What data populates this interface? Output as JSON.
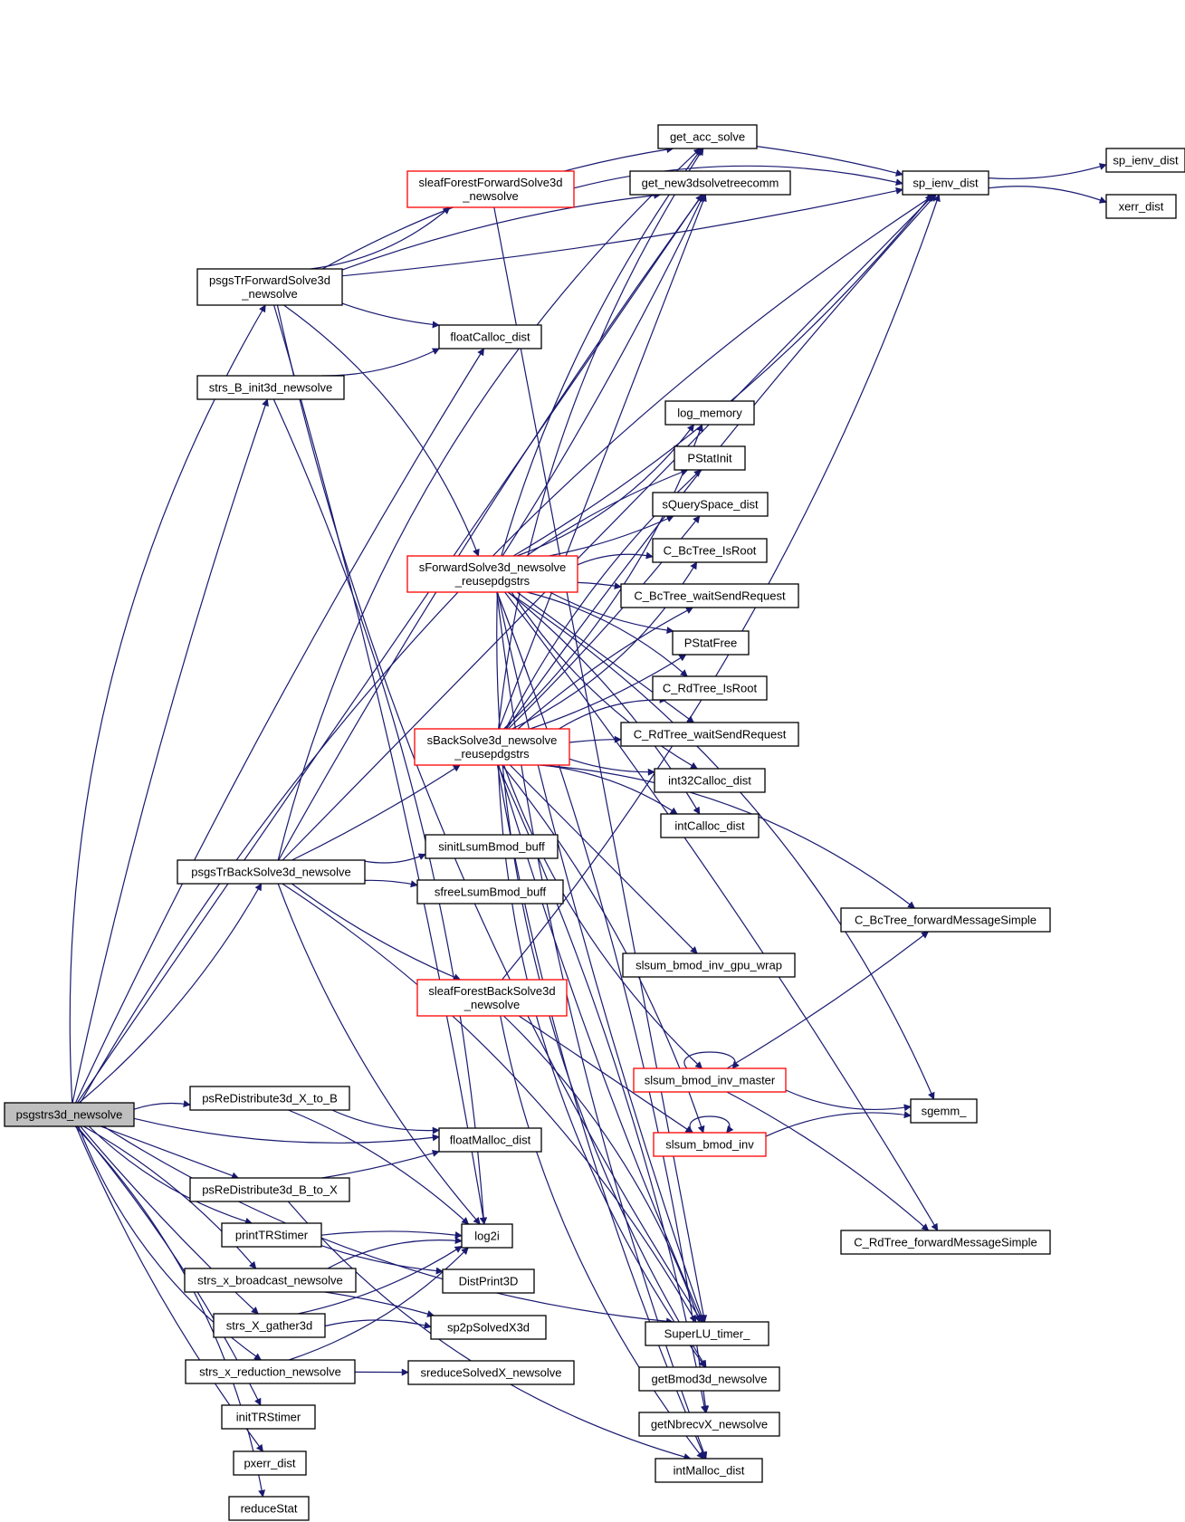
{
  "graph": {
    "title": "",
    "colors": {
      "edge": "#191970",
      "node_border": "#000000",
      "node_border_truncated": "#ff0000",
      "node_fill": "#ffffff",
      "root_fill": "#bfbfbf",
      "text": "#000000"
    },
    "nodes": {
      "root": {
        "lines": [
          "psgstrs3d_newsolve"
        ],
        "style": "root"
      },
      "fwd": {
        "lines": [
          "psgsTrForwardSolve3d",
          "_newsolve"
        ],
        "style": "normal"
      },
      "binit": {
        "lines": [
          "strs_B_init3d_newsolve"
        ],
        "style": "normal"
      },
      "backsolve": {
        "lines": [
          "psgsTrBackSolve3d_newsolve"
        ],
        "style": "normal"
      },
      "redistXB": {
        "lines": [
          "psReDistribute3d_X_to_B"
        ],
        "style": "normal"
      },
      "redistBX": {
        "lines": [
          "psReDistribute3d_B_to_X"
        ],
        "style": "normal"
      },
      "printtr": {
        "lines": [
          "printTRStimer"
        ],
        "style": "normal"
      },
      "xbcast": {
        "lines": [
          "strs_x_broadcast_newsolve"
        ],
        "style": "normal"
      },
      "xgather": {
        "lines": [
          "strs_X_gather3d"
        ],
        "style": "normal"
      },
      "xred": {
        "lines": [
          "strs_x_reduction_newsolve"
        ],
        "style": "normal"
      },
      "inittr": {
        "lines": [
          "initTRStimer"
        ],
        "style": "normal"
      },
      "pxerr": {
        "lines": [
          "pxerr_dist"
        ],
        "style": "normal"
      },
      "redstat": {
        "lines": [
          "reduceStat"
        ],
        "style": "normal"
      },
      "leaffwd": {
        "lines": [
          "sleafForestForwardSolve3d",
          "_newsolve"
        ],
        "style": "truncated"
      },
      "sfwd": {
        "lines": [
          "sForwardSolve3d_newsolve",
          "_reusepdgstrs"
        ],
        "style": "truncated"
      },
      "sback": {
        "lines": [
          "sBackSolve3d_newsolve",
          "_reusepdgstrs"
        ],
        "style": "truncated"
      },
      "sinit": {
        "lines": [
          "sinitLsumBmod_buff"
        ],
        "style": "normal"
      },
      "sfree": {
        "lines": [
          "sfreeLsumBmod_buff"
        ],
        "style": "normal"
      },
      "leafback": {
        "lines": [
          "sleafForestBackSolve3d",
          "_newsolve"
        ],
        "style": "truncated"
      },
      "fcalloc": {
        "lines": [
          "floatCalloc_dist"
        ],
        "style": "normal"
      },
      "fmalloc": {
        "lines": [
          "floatMalloc_dist"
        ],
        "style": "normal"
      },
      "log2i": {
        "lines": [
          "log2i"
        ],
        "style": "normal"
      },
      "distprint": {
        "lines": [
          "DistPrint3D"
        ],
        "style": "normal"
      },
      "sp2p": {
        "lines": [
          "sp2pSolvedX3d"
        ],
        "style": "normal"
      },
      "sreduce": {
        "lines": [
          "sreduceSolvedX_newsolve"
        ],
        "style": "normal"
      },
      "getacc": {
        "lines": [
          "get_acc_solve"
        ],
        "style": "normal"
      },
      "getnew3d": {
        "lines": [
          "get_new3dsolvetreecomm"
        ],
        "style": "normal"
      },
      "logmem": {
        "lines": [
          "log_memory"
        ],
        "style": "normal"
      },
      "pstatinit": {
        "lines": [
          "PStatInit"
        ],
        "style": "normal"
      },
      "squery": {
        "lines": [
          "sQuerySpace_dist"
        ],
        "style": "normal"
      },
      "bcroot": {
        "lines": [
          "C_BcTree_IsRoot"
        ],
        "style": "normal"
      },
      "bcwait": {
        "lines": [
          "C_BcTree_waitSendRequest"
        ],
        "style": "normal"
      },
      "pstatfree": {
        "lines": [
          "PStatFree"
        ],
        "style": "normal"
      },
      "rdroot": {
        "lines": [
          "C_RdTree_IsRoot"
        ],
        "style": "normal"
      },
      "rdwait": {
        "lines": [
          "C_RdTree_waitSendRequest"
        ],
        "style": "normal"
      },
      "i32calloc": {
        "lines": [
          "int32Calloc_dist"
        ],
        "style": "normal"
      },
      "icalloc": {
        "lines": [
          "intCalloc_dist"
        ],
        "style": "normal"
      },
      "gpuwrap": {
        "lines": [
          "slsum_bmod_inv_gpu_wrap"
        ],
        "style": "normal"
      },
      "bmodmaster": {
        "lines": [
          "slsum_bmod_inv_master"
        ],
        "style": "truncated"
      },
      "bmodinv": {
        "lines": [
          "slsum_bmod_inv"
        ],
        "style": "truncated"
      },
      "timer": {
        "lines": [
          "SuperLU_timer_"
        ],
        "style": "normal"
      },
      "getbmod": {
        "lines": [
          "getBmod3d_newsolve"
        ],
        "style": "normal"
      },
      "getnbrecv": {
        "lines": [
          "getNbrecvX_newsolve"
        ],
        "style": "normal"
      },
      "imalloc": {
        "lines": [
          "intMalloc_dist"
        ],
        "style": "normal"
      },
      "spienv": {
        "lines": [
          "sp_ienv_dist"
        ],
        "style": "normal"
      },
      "bcfwd": {
        "lines": [
          "C_BcTree_forwardMessageSimple"
        ],
        "style": "normal"
      },
      "sgemm": {
        "lines": [
          "sgemm_"
        ],
        "style": "normal"
      },
      "rdfwd": {
        "lines": [
          "C_RdTree_forwardMessageSimple"
        ],
        "style": "normal"
      },
      "spienv2": {
        "lines": [
          "sp_ienv_dist"
        ],
        "style": "normal"
      },
      "xerr": {
        "lines": [
          "xerr_dist"
        ],
        "style": "normal"
      }
    },
    "edges": [
      [
        "root",
        "fwd"
      ],
      [
        "root",
        "binit"
      ],
      [
        "root",
        "backsolve"
      ],
      [
        "root",
        "redistXB"
      ],
      [
        "root",
        "redistBX"
      ],
      [
        "root",
        "printtr"
      ],
      [
        "root",
        "xbcast"
      ],
      [
        "root",
        "xgather"
      ],
      [
        "root",
        "xred"
      ],
      [
        "root",
        "inittr"
      ],
      [
        "root",
        "pxerr"
      ],
      [
        "root",
        "redstat"
      ],
      [
        "root",
        "fcalloc"
      ],
      [
        "root",
        "fmalloc"
      ],
      [
        "root",
        "spienv"
      ],
      [
        "root",
        "getnew3d"
      ],
      [
        "root",
        "timer"
      ],
      [
        "fwd",
        "getacc"
      ],
      [
        "fwd",
        "spienv"
      ],
      [
        "fwd",
        "leaffwd"
      ],
      [
        "fwd",
        "getnew3d"
      ],
      [
        "fwd",
        "fcalloc"
      ],
      [
        "fwd",
        "sfwd"
      ],
      [
        "fwd",
        "log2i"
      ],
      [
        "fwd",
        "timer"
      ],
      [
        "leaffwd",
        "spienv"
      ],
      [
        "leaffwd",
        "timer"
      ],
      [
        "binit",
        "fcalloc"
      ],
      [
        "binit",
        "log2i"
      ],
      [
        "backsolve",
        "sback"
      ],
      [
        "backsolve",
        "sinit"
      ],
      [
        "backsolve",
        "sfree"
      ],
      [
        "backsolve",
        "leafback"
      ],
      [
        "backsolve",
        "getacc"
      ],
      [
        "backsolve",
        "getnew3d"
      ],
      [
        "backsolve",
        "log2i"
      ],
      [
        "backsolve",
        "timer"
      ],
      [
        "backsolve",
        "spienv"
      ],
      [
        "redistXB",
        "fmalloc"
      ],
      [
        "redistXB",
        "log2i"
      ],
      [
        "redistBX",
        "fmalloc"
      ],
      [
        "redistBX",
        "imalloc"
      ],
      [
        "printtr",
        "log2i"
      ],
      [
        "printtr",
        "distprint"
      ],
      [
        "xbcast",
        "log2i"
      ],
      [
        "xbcast",
        "sp2p"
      ],
      [
        "xgather",
        "log2i"
      ],
      [
        "xgather",
        "sp2p"
      ],
      [
        "xred",
        "sreduce"
      ],
      [
        "xred",
        "log2i"
      ],
      [
        "sfwd",
        "getacc"
      ],
      [
        "sfwd",
        "getnew3d"
      ],
      [
        "sfwd",
        "logmem"
      ],
      [
        "sfwd",
        "pstatinit"
      ],
      [
        "sfwd",
        "squery"
      ],
      [
        "sfwd",
        "bcroot"
      ],
      [
        "sfwd",
        "bcwait"
      ],
      [
        "sfwd",
        "pstatfree"
      ],
      [
        "sfwd",
        "rdroot"
      ],
      [
        "sfwd",
        "rdwait"
      ],
      [
        "sfwd",
        "i32calloc"
      ],
      [
        "sfwd",
        "icalloc"
      ],
      [
        "sfwd",
        "timer"
      ],
      [
        "sfwd",
        "getbmod"
      ],
      [
        "sfwd",
        "getnbrecv"
      ],
      [
        "sfwd",
        "imalloc"
      ],
      [
        "sfwd",
        "sgemm"
      ],
      [
        "sfwd",
        "rdfwd"
      ],
      [
        "sfwd",
        "spienv"
      ],
      [
        "sback",
        "getacc"
      ],
      [
        "sback",
        "getnew3d"
      ],
      [
        "sback",
        "logmem"
      ],
      [
        "sback",
        "pstatinit"
      ],
      [
        "sback",
        "squery"
      ],
      [
        "sback",
        "bcroot"
      ],
      [
        "sback",
        "bcwait"
      ],
      [
        "sback",
        "pstatfree"
      ],
      [
        "sback",
        "rdroot"
      ],
      [
        "sback",
        "rdwait"
      ],
      [
        "sback",
        "i32calloc"
      ],
      [
        "sback",
        "icalloc"
      ],
      [
        "sback",
        "gpuwrap"
      ],
      [
        "sback",
        "bmodmaster"
      ],
      [
        "sback",
        "bmodinv"
      ],
      [
        "sback",
        "timer"
      ],
      [
        "sback",
        "getbmod"
      ],
      [
        "sback",
        "getnbrecv"
      ],
      [
        "sback",
        "imalloc"
      ],
      [
        "sback",
        "bcfwd"
      ],
      [
        "sback",
        "spienv"
      ],
      [
        "leafback",
        "spienv"
      ],
      [
        "leafback",
        "timer"
      ],
      [
        "leafback",
        "bmodinv"
      ],
      [
        "leafback",
        "imalloc"
      ],
      [
        "bmodmaster",
        "bmodmaster"
      ],
      [
        "bmodmaster",
        "bcfwd"
      ],
      [
        "bmodmaster",
        "sgemm"
      ],
      [
        "bmodmaster",
        "rdfwd"
      ],
      [
        "bmodinv",
        "bmodinv"
      ],
      [
        "bmodinv",
        "sgemm"
      ],
      [
        "getacc",
        "spienv"
      ],
      [
        "spienv",
        "spienv2"
      ],
      [
        "spienv",
        "xerr"
      ]
    ]
  }
}
